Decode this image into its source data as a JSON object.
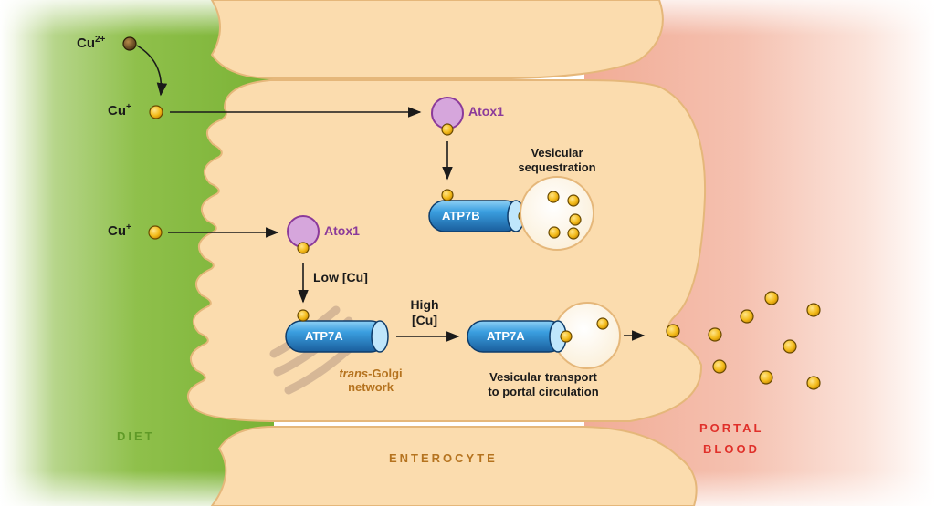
{
  "ions": {
    "cu2": {
      "base": "Cu",
      "charge": "2+"
    },
    "cu_upper": {
      "base": "Cu",
      "charge": "+"
    },
    "cu_lower": {
      "base": "Cu",
      "charge": "+"
    }
  },
  "proteins": {
    "atox1_upper": "Atox1",
    "atox1_lower": "Atox1",
    "atp7b": "ATP7B",
    "atp7a_golgi": "ATP7A",
    "atp7a_vesicle": "ATP7A"
  },
  "conditions": {
    "low": "Low [Cu]",
    "high_line1": "High",
    "high_line2": "[Cu]"
  },
  "captions": {
    "sequestration_line1": "Vesicular",
    "sequestration_line2": "sequestration",
    "transport_line1": "Vesicular transport",
    "transport_line2": "to portal circulation",
    "golgi_prefix": "trans",
    "golgi_suffix": "-Golgi",
    "golgi_line2": "network"
  },
  "regions": {
    "diet": "DIET",
    "enterocyte": "ENTEROCYTE",
    "portal_line1": "PORTAL",
    "portal_line2": "BLOOD"
  },
  "colors": {
    "diet_green": "#7fb83a",
    "enterocyte_fill": "#fbdcae",
    "portal_pink": "#f3b8a6",
    "copper_yellow": "#f4bc1c",
    "atox1_purple": "#d6a6dc",
    "atp7_blue": "#2c8fd0",
    "diet_label_green": "#5f9a27",
    "enterocyte_label": "#b5731f",
    "portal_label_red": "#e0302a"
  }
}
